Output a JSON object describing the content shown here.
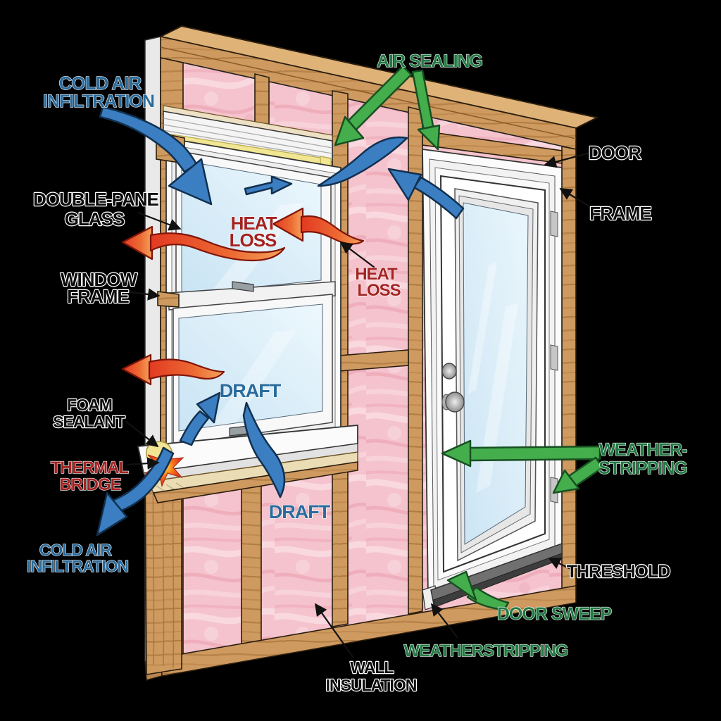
{
  "diagram_title": "Wall air-sealing and insulation cutaway diagram",
  "labels": {
    "cold_air_infiltration_top": {
      "line1": "COLD AIR",
      "line2": "INFILTRATION"
    },
    "air_sealing": {
      "text": "AIR SEALING"
    },
    "door": {
      "text": "DOOR"
    },
    "door_frame": {
      "text": "FRAME"
    },
    "double_pane_glass": {
      "line1": "DOUBLE-PANE",
      "line2": "GLASS"
    },
    "heat_loss_window": {
      "line1": "HEAT",
      "line2": "LOSS"
    },
    "heat_loss_frame": {
      "line1": "HEAT",
      "line2": "LOSS"
    },
    "window_frame": {
      "line1": "WINDOW",
      "line2": "FRAME"
    },
    "draft_upper": {
      "text": "DRAFT"
    },
    "draft_lower": {
      "text": "DRAFT"
    },
    "foam_sealant": {
      "line1": "FOAM",
      "line2": "SEALANT"
    },
    "thermal_bridge": {
      "line1": "THERMAL",
      "line2": "BRIDGE"
    },
    "cold_air_infiltration_bottom": {
      "line1": "COLD AIR",
      "line2": "INFILTRATION"
    },
    "weather_stripping_door": {
      "line1": "WEATHER-",
      "line2": "STRIPPING"
    },
    "threshold": {
      "text": "THRESHOLD"
    },
    "door_sweep": {
      "text": "DOOR SWEEP"
    },
    "weatherstripping_bottom": {
      "text": "WEATHERSTRIPPING"
    },
    "wall_insulation": {
      "line1": "WALL",
      "line2": "INSULATION"
    }
  },
  "colors": {
    "background": "#000000",
    "label_blue": "#2A6B9C",
    "label_green": "#237A44",
    "label_red": "#A32322",
    "label_black": "#0D0D0D",
    "arrow_cold_air_blue": "#3B7EC2",
    "arrow_air_sealing_green": "#44AD4C",
    "arrow_heat_loss_red": "#E23A22",
    "insulation_pink": "#F5C3CD",
    "wood_frame": "#CE9A60",
    "glass_blue": "#CFE7F5",
    "threshold_gray": "#707070",
    "foam_yellow": "#F1E692"
  }
}
